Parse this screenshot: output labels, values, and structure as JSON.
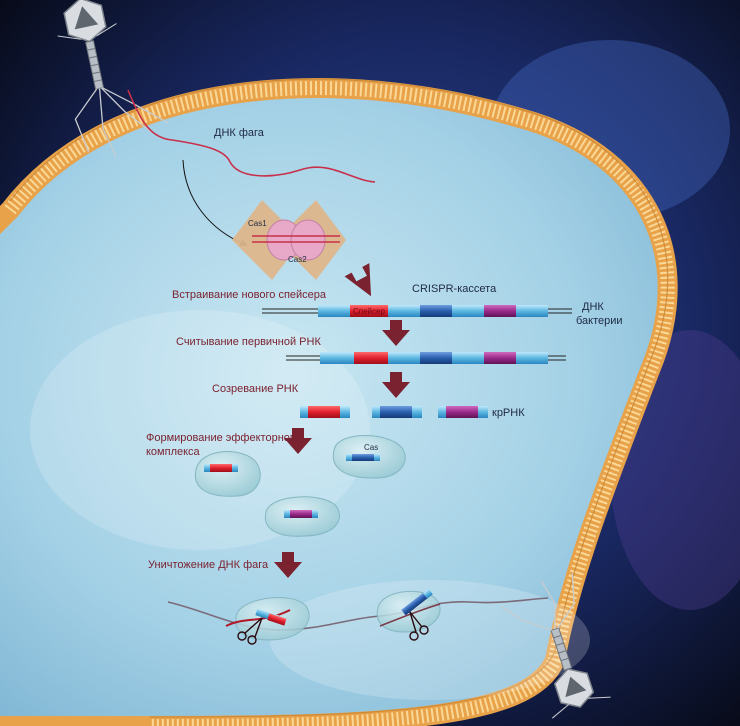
{
  "labels": {
    "phage_dna": "ДНК фага",
    "cas1": "Cas1",
    "cas2": "Cas2",
    "crispr_cassette": "CRISPR-кассета",
    "spacer": "Спейсер",
    "bacterial_dna_line1": "ДНК",
    "bacterial_dna_line2": "бактерии",
    "crrna": "крРНК",
    "cas": "Cas"
  },
  "steps": {
    "insertion": "Встраивание нового спейсера",
    "transcription": "Считывание первичной РНК",
    "maturation": "Созревание РНК",
    "complex_line1": "Формирование эффекторного",
    "complex_line2": "комплекса",
    "destruction": "Уничтожение ДНК фага"
  },
  "colors": {
    "membrane": "#e7a24a",
    "interior": "#a9d3e6",
    "repeat": "#6cc0e6",
    "spacer_red": "#e0202e",
    "spacer_blue": "#2a5fae",
    "spacer_purple": "#9a2a8a",
    "step_arrow": "#7a2230",
    "cas_protein": "#e8a8c8"
  },
  "icons": [
    "bacteriophage-icon",
    "scissors-icon",
    "down-arrow-icon"
  ]
}
